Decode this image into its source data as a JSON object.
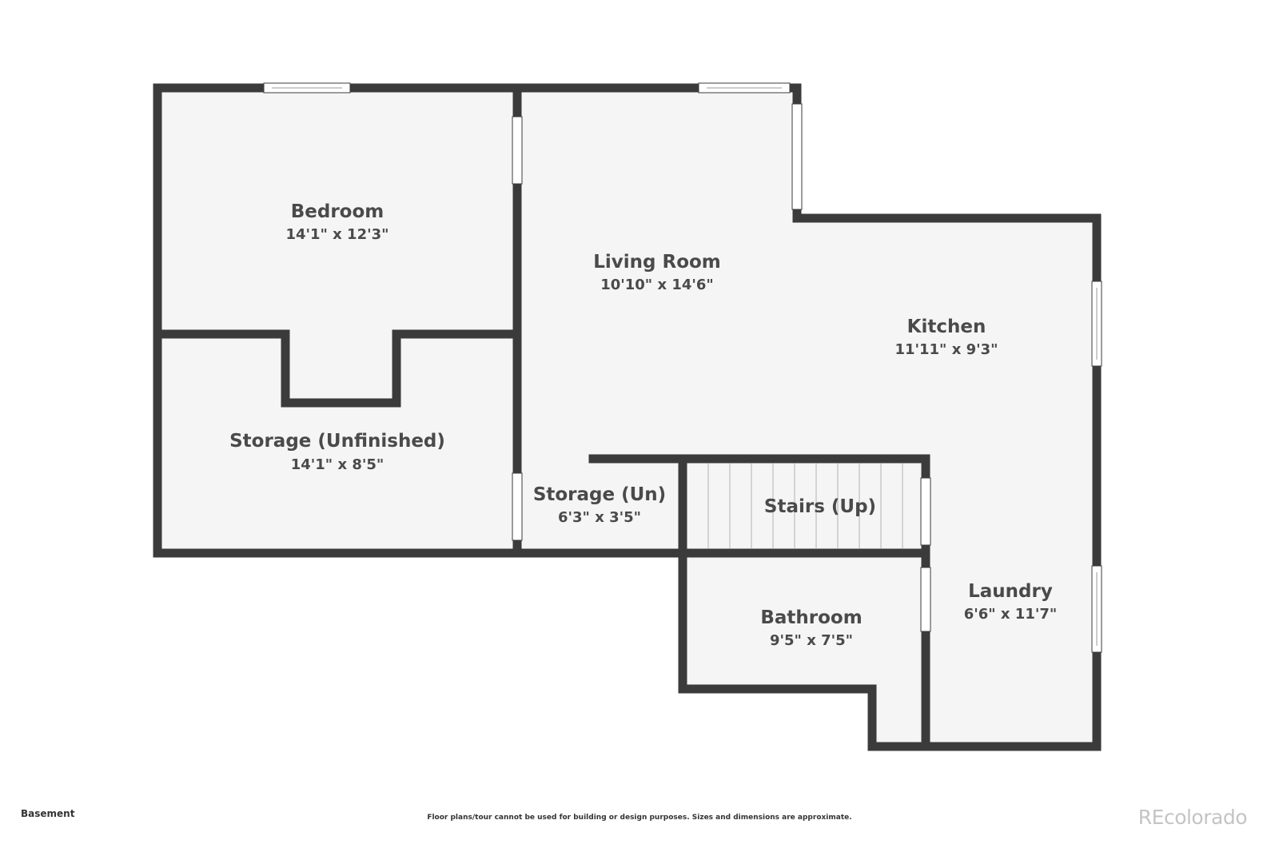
{
  "floor_label": "Basement",
  "disclaimer": "Floor plans/tour cannot be used for building or design purposes. Sizes and dimensions are approximate.",
  "brand": "REcolorado",
  "colors": {
    "wall": "#3b3b3b",
    "floor": "#f5f5f5",
    "window": "#ffffff",
    "text": "#4a4a4a"
  },
  "rooms": {
    "bedroom": {
      "name": "Bedroom",
      "dimensions": "14'1\" x 12'3\""
    },
    "living_room": {
      "name": "Living Room",
      "dimensions": "10'10\" x 14'6\""
    },
    "kitchen": {
      "name": "Kitchen",
      "dimensions": "11'11\" x 9'3\""
    },
    "storage_unfinished": {
      "name": "Storage (Unfinished)",
      "dimensions": "14'1\" x 8'5\""
    },
    "storage_un": {
      "name": "Storage (Un)",
      "dimensions": "6'3\" x 3'5\""
    },
    "stairs": {
      "name": "Stairs (Up)"
    },
    "bathroom": {
      "name": "Bathroom",
      "dimensions": "9'5\" x 7'5\""
    },
    "laundry": {
      "name": "Laundry",
      "dimensions": "6'6\" x 11'7\""
    }
  }
}
